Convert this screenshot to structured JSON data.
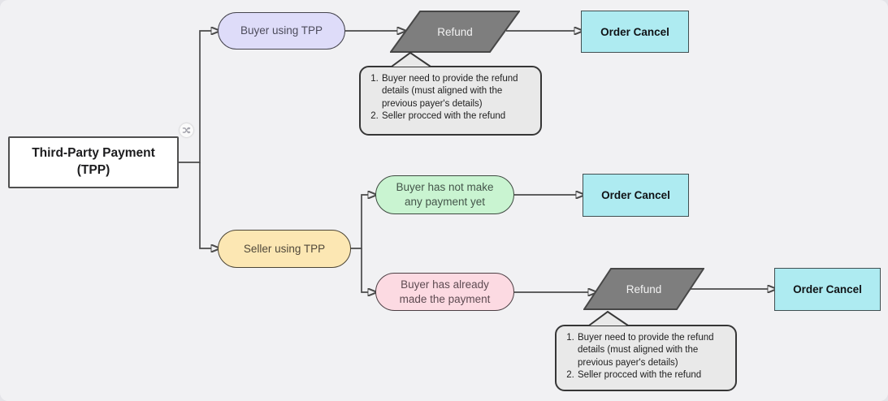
{
  "root_node": {
    "label": "Third-Party Payment (TPP)",
    "badge_icon": "shuffle"
  },
  "branch_buyer": {
    "pill": "Buyer using TPP",
    "refund": "Refund",
    "order_cancel": "Order Cancel",
    "note_items": [
      "Buyer need to provide the refund details (must aligned with the previous payer's details)",
      "Seller procced with the refund"
    ]
  },
  "branch_seller": {
    "pill": "Seller using TPP",
    "case_no_payment": {
      "pill": "Buyer has not make any payment yet",
      "order_cancel": "Order Cancel"
    },
    "case_paid": {
      "pill": "Buyer has already made the payment",
      "refund": "Refund",
      "order_cancel": "Order Cancel",
      "note_items": [
        "Buyer need to provide the refund details (must aligned with the previous payer's details)",
        "Seller procced with the refund"
      ]
    }
  },
  "colors": {
    "canvas_background": "#f1f1f3",
    "connector": "#4a4a4a",
    "root_fill": "#ffffff",
    "buyer_pill_fill": "#dedcf9",
    "seller_pill_fill": "#fce7b3",
    "no_payment_pill_fill": "#c9f4d1",
    "paid_pill_fill": "#fcdae2",
    "refund_fill": "#7e7e7e",
    "order_cancel_fill": "#aeebf1",
    "note_fill": "#e9e9e9"
  }
}
